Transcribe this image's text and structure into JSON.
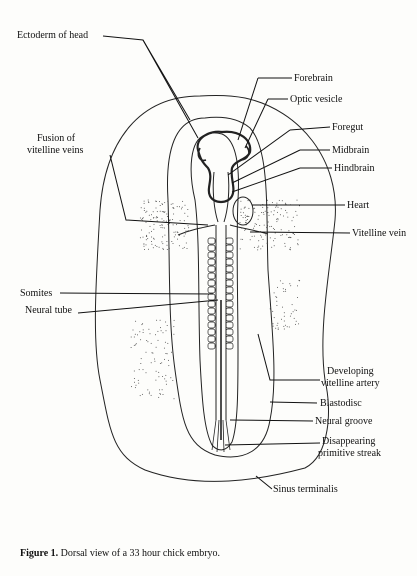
{
  "labels": {
    "ectoderm_of_head": "Ectoderm of head",
    "forebrain": "Forebrain",
    "optic_vesicle": "Optic vesicle",
    "fusion_of_vitelline_veins_1": "Fusion of",
    "fusion_of_vitelline_veins_2": "vitelline veins",
    "foregut": "Foregut",
    "midbrain": "Midbrain",
    "hindbrain": "Hindbrain",
    "heart": "Heart",
    "vitelline_vein": "Vitelline vein",
    "somites": "Somites",
    "neural_tube": "Neural tube",
    "developing_vitelline_artery_1": "Developing",
    "developing_vitelline_artery_2": "vitelline artery",
    "blastodisc": "Blastodisc",
    "neural_groove": "Neural groove",
    "disappearing_primitive_streak_1": "Disappearing",
    "disappearing_primitive_streak_2": "primitive streak",
    "sinus_terminalis": "Sinus terminalis"
  },
  "caption": {
    "prefix": "Figure 1.",
    "text": "Dorsal view of a 33 hour chick embryo."
  }
}
